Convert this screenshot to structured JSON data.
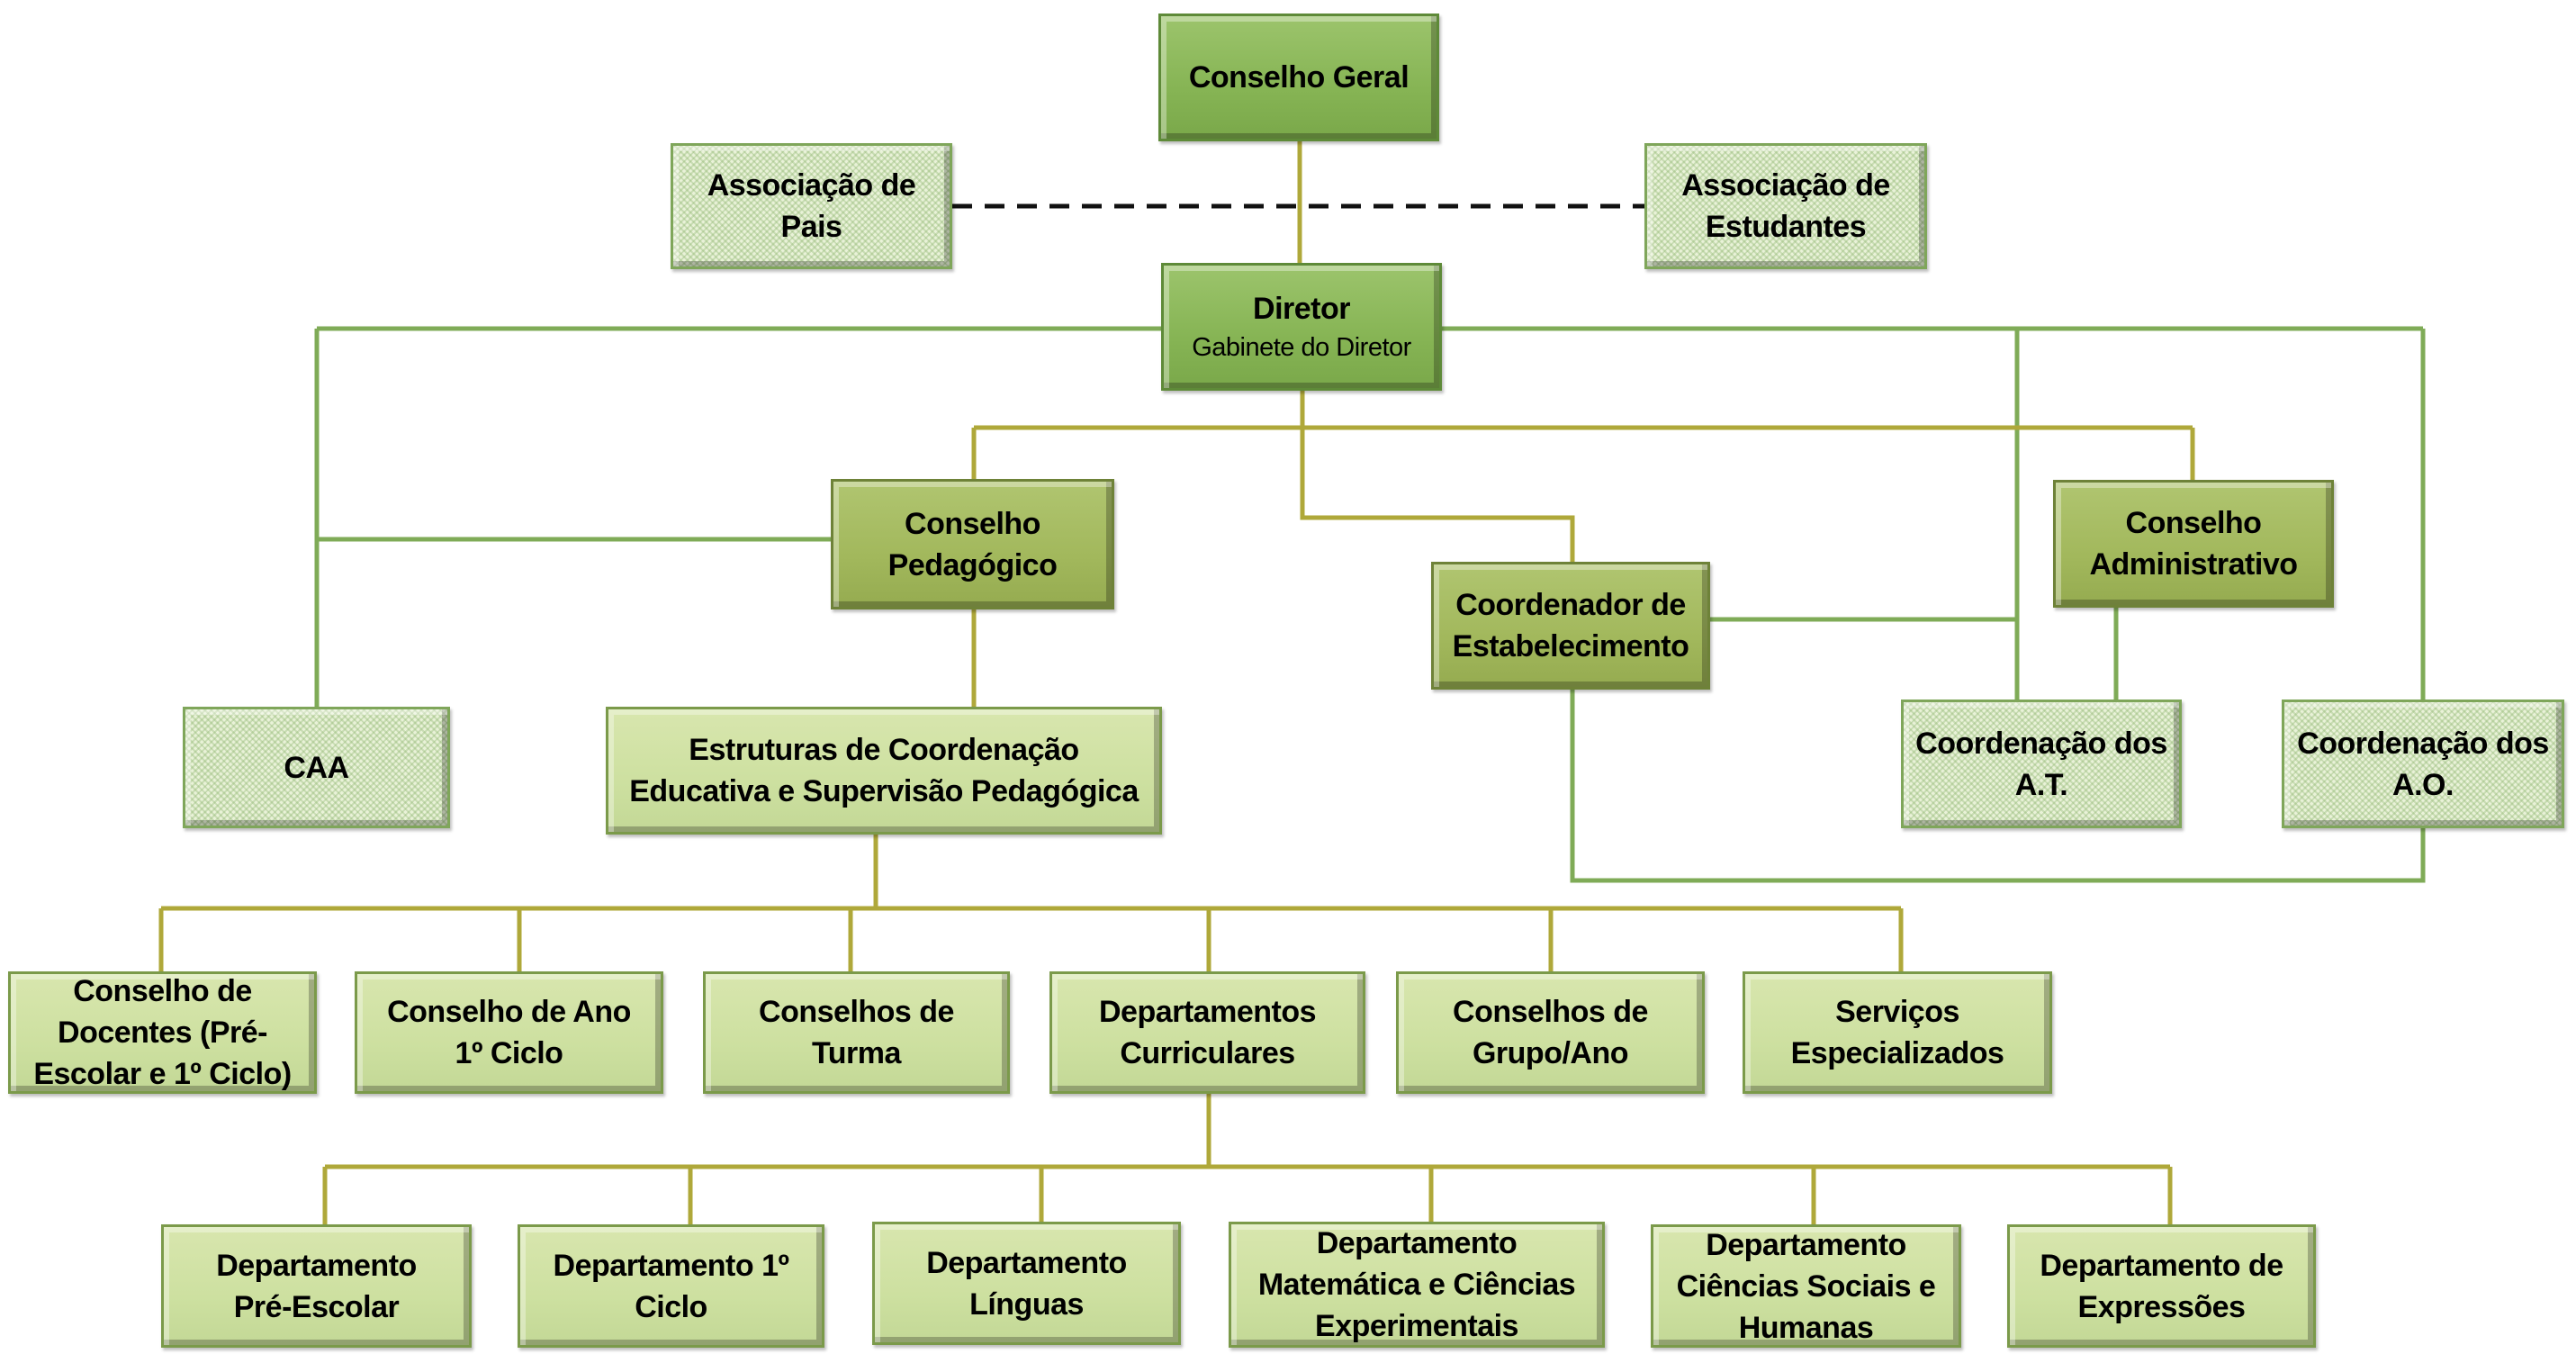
{
  "chart_title": "Organograma",
  "colors": {
    "connector_green": "#7fab57",
    "connector_olive": "#afa83a",
    "dashed": "#111111",
    "top_box": "#8cbc5c",
    "mid_box": "#a3b95e",
    "light_box": "#cfe1a2",
    "hatched_box": "#e6f0d4"
  },
  "nodes": {
    "conselho_geral": {
      "lines": [
        "Conselho Geral"
      ]
    },
    "associacao_pais": {
      "lines": [
        "Associação de",
        "Pais"
      ]
    },
    "associacao_estudantes": {
      "lines": [
        "Associação de",
        "Estudantes"
      ]
    },
    "diretor": {
      "lines": [
        "Diretor"
      ],
      "subtitle": "Gabinete do Diretor"
    },
    "conselho_pedagogico": {
      "lines": [
        "Conselho",
        "Pedagógico"
      ]
    },
    "coordenador_estabelecimento": {
      "lines": [
        "Coordenador de",
        "Estabelecimento"
      ]
    },
    "conselho_administrativo": {
      "lines": [
        "Conselho",
        "Administrativo"
      ]
    },
    "caa": {
      "lines": [
        "CAA"
      ]
    },
    "estruturas": {
      "lines": [
        "Estruturas de Coordenação",
        "Educativa e Supervisão Pedagógica"
      ]
    },
    "coord_at": {
      "lines": [
        "Coordenação dos",
        "A.T."
      ]
    },
    "coord_ao": {
      "lines": [
        "Coordenação dos",
        "A.O."
      ]
    },
    "conselho_docentes": {
      "lines": [
        "Conselho de",
        "Docentes (Pré-",
        "Escolar e 1º Ciclo)"
      ]
    },
    "conselho_ano": {
      "lines": [
        "Conselho de Ano",
        "1º Ciclo"
      ]
    },
    "conselhos_turma": {
      "lines": [
        "Conselhos de",
        "Turma"
      ]
    },
    "departamentos_curriculares": {
      "lines": [
        "Departamentos",
        "Curriculares"
      ]
    },
    "conselhos_grupo": {
      "lines": [
        "Conselhos de",
        "Grupo/Ano"
      ]
    },
    "servicos_especializados": {
      "lines": [
        "Serviços",
        "Especializados"
      ]
    },
    "dep_pre_escolar": {
      "lines": [
        "Departamento",
        "Pré-Escolar"
      ]
    },
    "dep_1ciclo": {
      "lines": [
        "Departamento 1º",
        "Ciclo"
      ]
    },
    "dep_linguas": {
      "lines": [
        "Departamento",
        "Línguas"
      ]
    },
    "dep_matematica": {
      "lines": [
        "Departamento",
        "Matemática e Ciências",
        "Experimentais"
      ]
    },
    "dep_sociais": {
      "lines": [
        "Departamento",
        "Ciências Sociais e",
        "Humanas"
      ]
    },
    "dep_expressoes": {
      "lines": [
        "Departamento de",
        "Expressões"
      ]
    }
  },
  "edges": [
    {
      "from": "conselho_geral",
      "to": "diretor",
      "style": "solid"
    },
    {
      "from": "associacao_pais",
      "to": "associacao_estudantes",
      "style": "dashed"
    },
    {
      "from": "diretor",
      "to": "caa",
      "style": "solid"
    },
    {
      "from": "diretor",
      "to": "conselho_pedagogico",
      "style": "solid"
    },
    {
      "from": "diretor",
      "to": "coordenador_estabelecimento",
      "style": "solid"
    },
    {
      "from": "diretor",
      "to": "conselho_administrativo",
      "style": "solid"
    },
    {
      "from": "diretor",
      "to": "coord_at",
      "style": "solid"
    },
    {
      "from": "diretor",
      "to": "coord_ao",
      "style": "solid"
    },
    {
      "from": "conselho_pedagogico",
      "to": "caa",
      "style": "solid"
    },
    {
      "from": "conselho_pedagogico",
      "to": "estruturas",
      "style": "solid"
    },
    {
      "from": "coordenador_estabelecimento",
      "to": "coord_at",
      "style": "solid"
    },
    {
      "from": "coordenador_estabelecimento",
      "to": "coord_ao",
      "style": "solid"
    },
    {
      "from": "conselho_administrativo",
      "to": "coord_at",
      "style": "solid"
    },
    {
      "from": "estruturas",
      "to": "conselho_docentes",
      "style": "solid"
    },
    {
      "from": "estruturas",
      "to": "conselho_ano",
      "style": "solid"
    },
    {
      "from": "estruturas",
      "to": "conselhos_turma",
      "style": "solid"
    },
    {
      "from": "estruturas",
      "to": "departamentos_curriculares",
      "style": "solid"
    },
    {
      "from": "estruturas",
      "to": "conselhos_grupo",
      "style": "solid"
    },
    {
      "from": "estruturas",
      "to": "servicos_especializados",
      "style": "solid"
    },
    {
      "from": "departamentos_curriculares",
      "to": "dep_pre_escolar",
      "style": "solid"
    },
    {
      "from": "departamentos_curriculares",
      "to": "dep_1ciclo",
      "style": "solid"
    },
    {
      "from": "departamentos_curriculares",
      "to": "dep_linguas",
      "style": "solid"
    },
    {
      "from": "departamentos_curriculares",
      "to": "dep_matematica",
      "style": "solid"
    },
    {
      "from": "departamentos_curriculares",
      "to": "dep_sociais",
      "style": "solid"
    },
    {
      "from": "departamentos_curriculares",
      "to": "dep_expressoes",
      "style": "solid"
    }
  ]
}
